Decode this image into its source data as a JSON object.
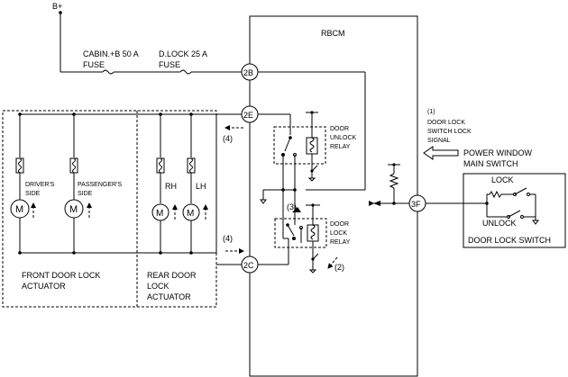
{
  "supply": {
    "label": "B+"
  },
  "module": {
    "label": "RBCM"
  },
  "fuses": {
    "cabin": {
      "line1": "CABIN.+B 50 A",
      "line2": "FUSE"
    },
    "dlock": {
      "line1": "D.LOCK 25 A",
      "line2": "FUSE"
    }
  },
  "terminals": {
    "t2b": "2B",
    "t2e": "2E",
    "t2c": "2C",
    "t3f": "3F"
  },
  "relays": {
    "unlock": {
      "line1": "DOOR",
      "line2": "UNLOCK",
      "line3": "RELAY"
    },
    "lock": {
      "line1": "DOOR",
      "line2": "LOCK",
      "line3": "RELAY"
    }
  },
  "signal": {
    "number": "(1)",
    "line1": "DOOR LOCK",
    "line2": "SWITCH LOCK",
    "line3": "SIGNAL"
  },
  "power_window": {
    "line1": "POWER WINDOW",
    "line2": "MAIN SWITCH"
  },
  "door_lock_switch": {
    "title": "DOOR LOCK SWITCH",
    "lock_label": "LOCK",
    "unlock_label": "UNLOCK"
  },
  "callouts": {
    "c2": "(2)",
    "c3": "(3)",
    "c4_upper": "(4)",
    "c4_lower": "(4)"
  },
  "actuators": {
    "driver": {
      "line1": "DRIVER'S",
      "line2": "SIDE",
      "motor": "M"
    },
    "passenger": {
      "line1": "PASSENGER'S",
      "line2": "SIDE",
      "motor": "M"
    },
    "rh": {
      "label": "RH",
      "motor": "M"
    },
    "lh": {
      "label": "LH",
      "motor": "M"
    }
  },
  "groups": {
    "front": {
      "line1": "FRONT DOOR LOCK",
      "line2": "ACTUATOR"
    },
    "rear": {
      "line1": "REAR DOOR",
      "line2": "LOCK",
      "line3": "ACTUATOR"
    }
  },
  "icons": [
    "fuse-icon",
    "coil-icon",
    "motor-icon",
    "relay-switch-icon",
    "resistor-icon",
    "ground-icon",
    "arrow-icon"
  ]
}
